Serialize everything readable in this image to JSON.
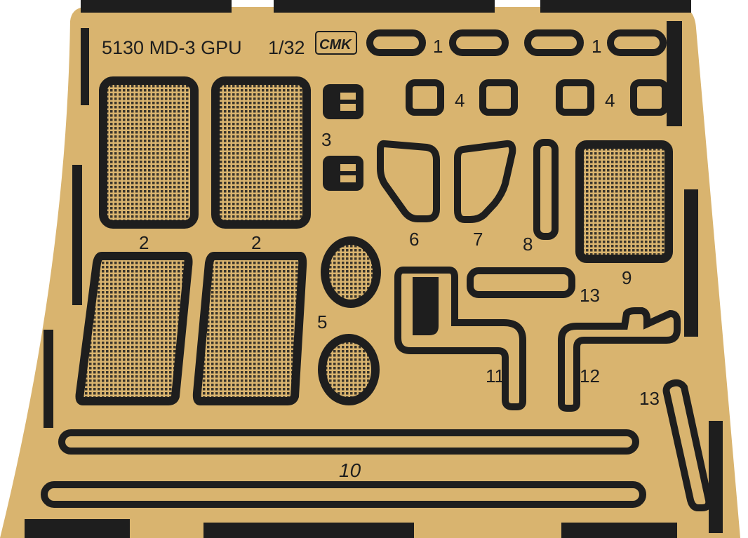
{
  "sheet": {
    "title": "5130 MD-3 GPU",
    "scale": "1/32",
    "logo_text": "CMK",
    "brass_color": "#D9B46F",
    "etch_color": "#1E1E1E",
    "parts_mesh": "mesh-pattern"
  },
  "labels": {
    "p1a": "1",
    "p1b": "1",
    "p2a": "2",
    "p2b": "2",
    "p3": "3",
    "p4a": "4",
    "p4b": "4",
    "p5": "5",
    "p6": "6",
    "p7": "7",
    "p8": "8",
    "p9": "9",
    "p10": "10",
    "p11": "11",
    "p12": "12",
    "p13a": "13",
    "p13b": "13"
  }
}
